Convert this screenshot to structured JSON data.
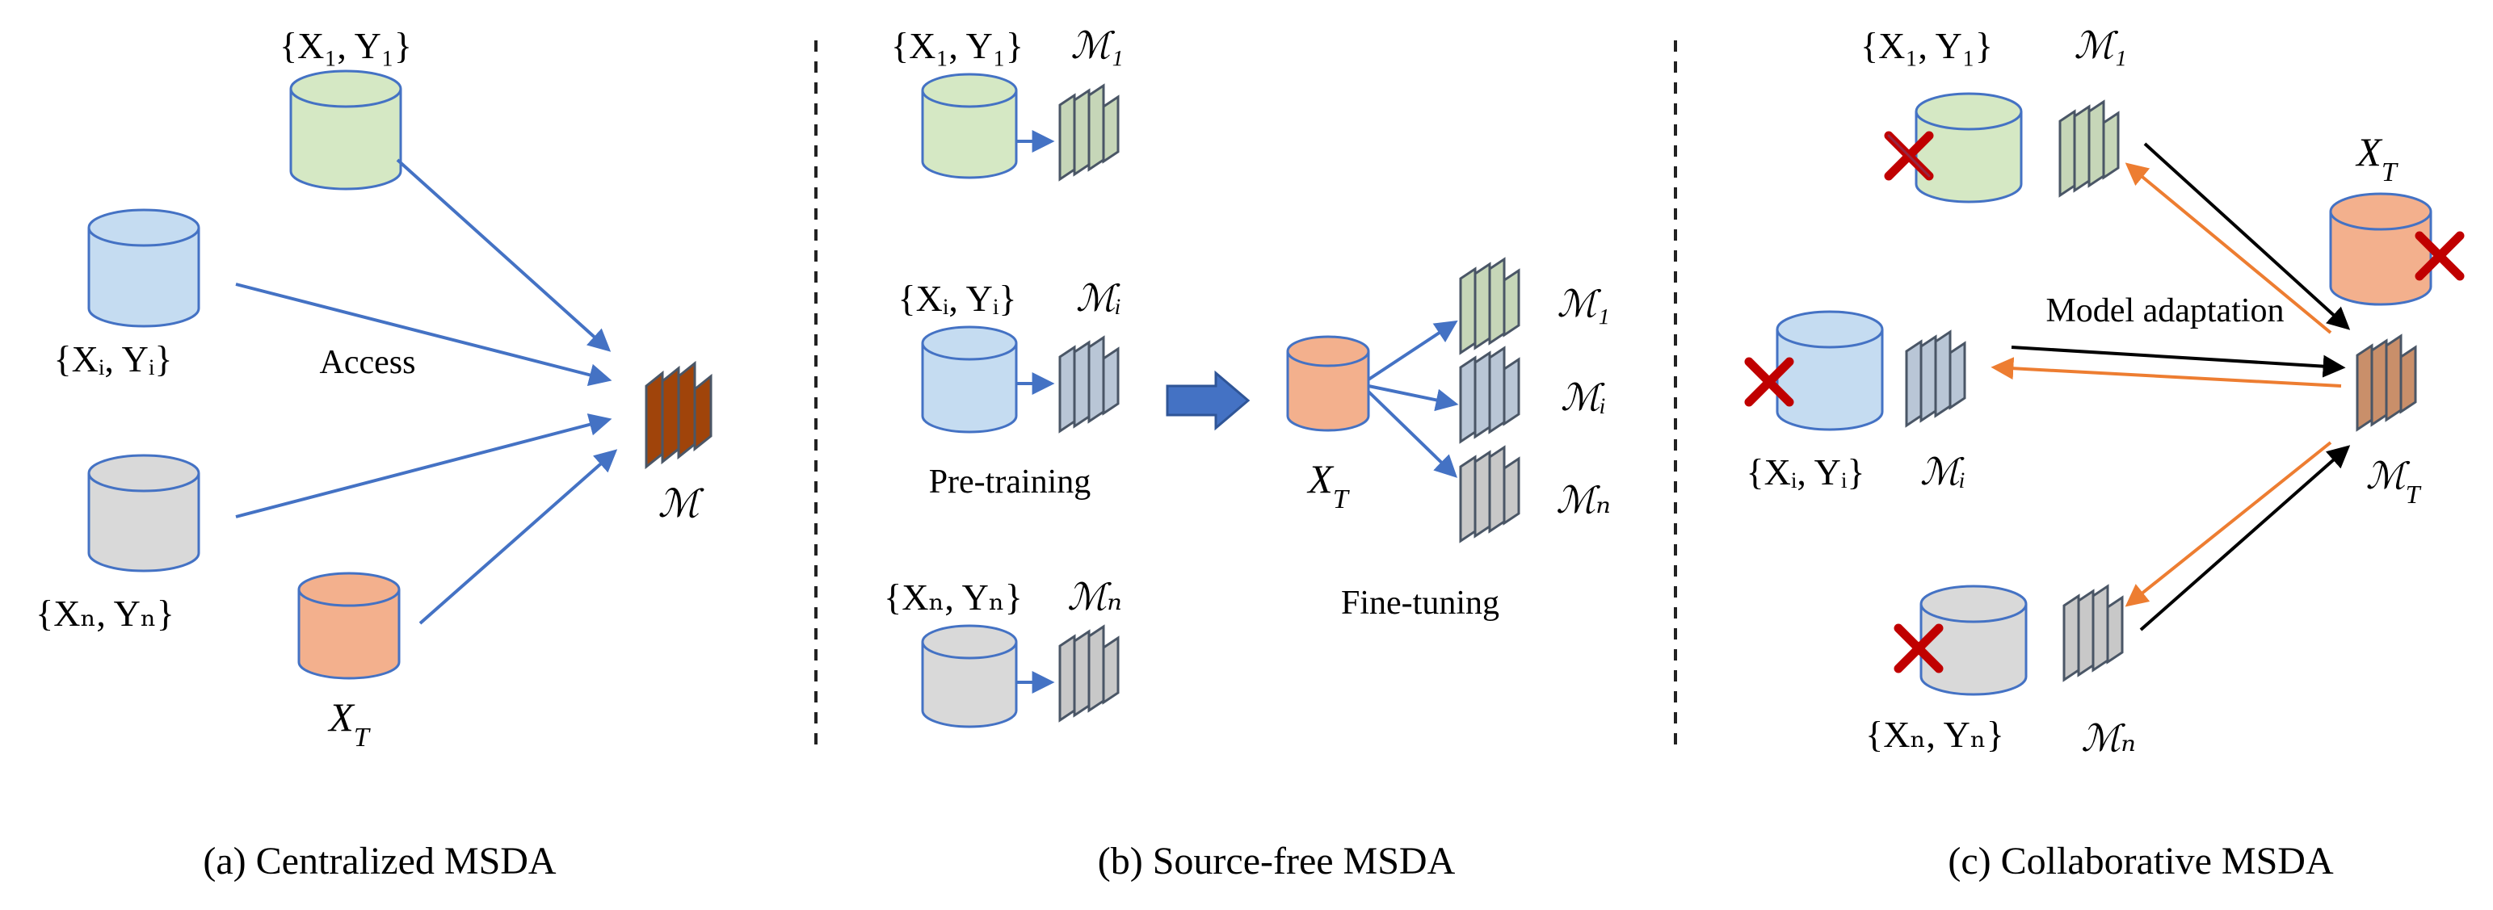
{
  "colors": {
    "green": "#d5e8c4",
    "blue": "#c5dcf1",
    "gray": "#d9d9d9",
    "orange": "#f3b08d",
    "stroke_blue": "#4472c4",
    "arrow_blue": "#4472c4",
    "arrow_orange": "#ed7d31",
    "arrow_black": "#000000",
    "cross_red": "#c00000",
    "dashed": "#222222"
  },
  "panel_a": {
    "caption": "(a) Centralized MSDA",
    "label_source1": "{X₁, Y₁}",
    "label_sourcei": "{Xᵢ, Yᵢ}",
    "label_sourcen": "{Xₙ, Yₙ}",
    "label_target": "X_T",
    "access_label": "Access",
    "model_label": "ℳ"
  },
  "panel_b": {
    "caption": "(b) Source-free MSDA",
    "label_source1": "{X₁, Y₁}",
    "label_sourcei": "{Xᵢ, Yᵢ}",
    "label_sourcen": "{Xₙ, Yₙ}",
    "model1": "ℳ₁",
    "modeli": "ℳᵢ",
    "modeln": "ℳₙ",
    "pretraining": "Pre-training",
    "finetuning": "Fine-tuning",
    "target": "X_T",
    "out_model1": "ℳ₁",
    "out_modeli": "ℳᵢ",
    "out_modeln": "ℳₙ"
  },
  "panel_c": {
    "caption": "(c) Collaborative MSDA",
    "label_source1": "{X₁, Y₁}",
    "label_sourcei": "{Xᵢ, Yᵢ}",
    "label_sourcen": "{Xₙ, Yₙ}",
    "model1": "ℳ₁",
    "modeli": "ℳᵢ",
    "modeln": "ℳₙ",
    "target": "X_T",
    "target_model": "ℳ_T",
    "adaptation": "Model adaptation"
  }
}
